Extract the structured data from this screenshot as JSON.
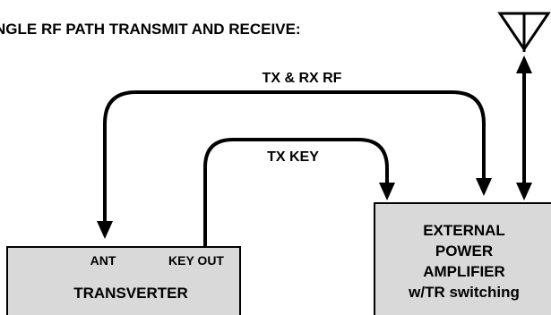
{
  "title": "NGLE RF PATH TRANSMIT AND RECEIVE:",
  "connections": {
    "tx_rx_rf": "TX & RX RF",
    "tx_key": "TX KEY"
  },
  "transverter": {
    "name": "TRANSVERTER",
    "port_ant": "ANT",
    "port_key_out": "KEY OUT"
  },
  "amplifier": {
    "line1": "EXTERNAL",
    "line2": "POWER",
    "line3": "AMPLIFIER",
    "line4": "w/TR switching"
  },
  "colors": {
    "box_fill": "#d9d9d9",
    "stroke": "#000000",
    "background": "#ffffff"
  }
}
